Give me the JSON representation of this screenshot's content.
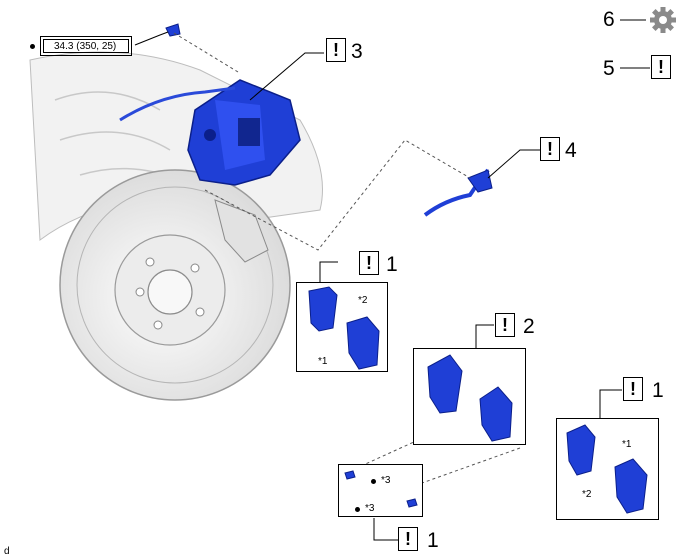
{
  "torque": {
    "value": "34.3 (350, 25)"
  },
  "legend": {
    "gear_number": "6",
    "excl_number": "5",
    "excl_symbol": "!"
  },
  "callouts": [
    {
      "id": "caliper",
      "number": "3",
      "symbol": "!"
    },
    {
      "id": "hose",
      "number": "4",
      "symbol": "!"
    },
    {
      "id": "pads-top-left",
      "number": "1",
      "symbol": "!"
    },
    {
      "id": "pads-middle",
      "number": "2",
      "symbol": "!"
    },
    {
      "id": "pads-right",
      "number": "1",
      "symbol": "!"
    },
    {
      "id": "clips-bottom",
      "number": "1",
      "symbol": "!"
    }
  ],
  "part_labels": {
    "top_left_a": "*2",
    "top_left_b": "*1",
    "right_a": "*1",
    "right_b": "*2",
    "clip_a": "*3",
    "clip_b": "*3"
  },
  "corner_code": "d",
  "colors": {
    "part_blue": "#1f3fd6",
    "part_blue_dark": "#0b1f8a",
    "gray_line": "#888888"
  }
}
